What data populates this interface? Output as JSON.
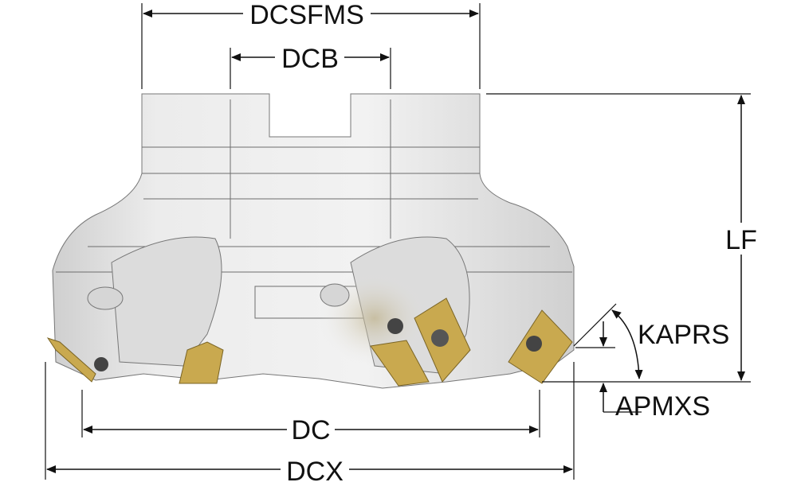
{
  "title": "Face milling cutter dimension diagram",
  "dimensions": {
    "dcsfms": "DCSFMS",
    "dcb": "DCB",
    "lf": "LF",
    "kaprs": "KAPRS",
    "apmxs": "APMXS",
    "dc": "DC",
    "dcx": "DCX"
  },
  "colors": {
    "body": "#e4e4e4",
    "insert": "#c9a94f",
    "line": "#111111"
  }
}
